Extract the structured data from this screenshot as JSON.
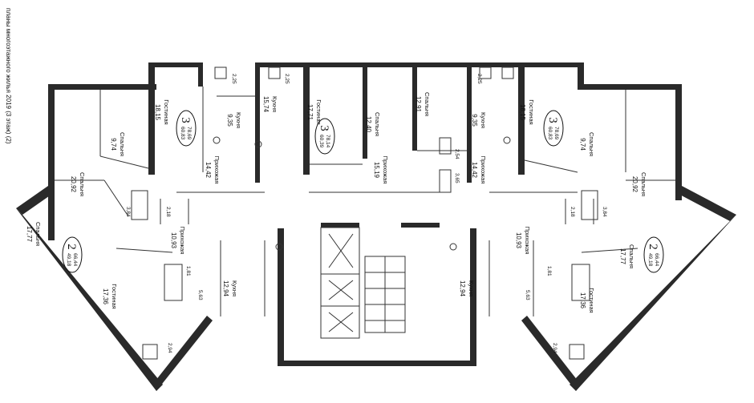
{
  "edge_caption": "планы многоэтажного жилья 2019 (3 этаж) (2)",
  "rooms": [
    {
      "id": "ul-living",
      "name": "Гостиная",
      "area": "18,15"
    },
    {
      "id": "ul-bed",
      "name": "Спальня",
      "area": "9,74"
    },
    {
      "id": "ul-kitchen",
      "name": "Кухня",
      "area": "9,35"
    },
    {
      "id": "ul-hall",
      "name": "Прихожая",
      "area": "14,42"
    },
    {
      "id": "l-bed",
      "name": "Спальня",
      "area": "20,92"
    },
    {
      "id": "lw-bed",
      "name": "Спальня",
      "area": "17,77"
    },
    {
      "id": "ll-living",
      "name": "Гостиная",
      "area": "17,36"
    },
    {
      "id": "ll-kitchen",
      "name": "Кухня",
      "area": "12,94"
    },
    {
      "id": "ll-hall",
      "name": "Прихожая",
      "area": "10,93"
    },
    {
      "id": "c-kitchen",
      "name": "Кухня",
      "area": "15,74"
    },
    {
      "id": "c-living",
      "name": "Гостиная",
      "area": "17,71"
    },
    {
      "id": "c-bed1",
      "name": "Спальня",
      "area": "12,40"
    },
    {
      "id": "c-bed2",
      "name": "Спальня",
      "area": "12,91"
    },
    {
      "id": "c-hall",
      "name": "Прихожая",
      "area": "15,19"
    },
    {
      "id": "ur-living",
      "name": "Гостиная",
      "area": "18,15"
    },
    {
      "id": "ur-bed",
      "name": "Спальня",
      "area": "9,74"
    },
    {
      "id": "ur-kitchen",
      "name": "Кухня",
      "area": "9,35"
    },
    {
      "id": "ur-hall",
      "name": "Прихожая",
      "area": "14,42"
    },
    {
      "id": "r-bed",
      "name": "Спальня",
      "area": "20,92"
    },
    {
      "id": "rw-bed",
      "name": "Спальня",
      "area": "17,77"
    },
    {
      "id": "lr-living",
      "name": "Гостиная",
      "area": "17,36"
    },
    {
      "id": "lr-kitchen",
      "name": "Кухня",
      "area": "12,94"
    },
    {
      "id": "lr-hall",
      "name": "Прихожая",
      "area": "10,93"
    }
  ],
  "small_areas": {
    "balc_ul": "2,25",
    "balc_cl": "2,25",
    "balc_ur": "2,25",
    "bath_l": "3,84",
    "wc_l": "2,18",
    "bath_r": "3,84",
    "wc_r": "2,18",
    "wc_c": "2,54",
    "bath_c": "3,65",
    "wc_ll": "1,81",
    "bath_ll": "5,63",
    "wc_lr": "1,81",
    "bath_lr": "5,63",
    "balc_ll": "2,94",
    "balc_lr": "2,94"
  },
  "apartments": [
    {
      "id": "apt-ul",
      "rooms": "3",
      "total": "78,69",
      "living": "60,83"
    },
    {
      "id": "apt-c",
      "rooms": "3",
      "total": "78,14",
      "living": "60,39"
    },
    {
      "id": "apt-ur",
      "rooms": "3",
      "total": "78,69",
      "living": "60,83"
    },
    {
      "id": "apt-ll",
      "rooms": "2",
      "total": "66,44",
      "living": "49,18"
    },
    {
      "id": "apt-lr",
      "rooms": "2",
      "total": "66,44",
      "living": "49,18"
    }
  ]
}
